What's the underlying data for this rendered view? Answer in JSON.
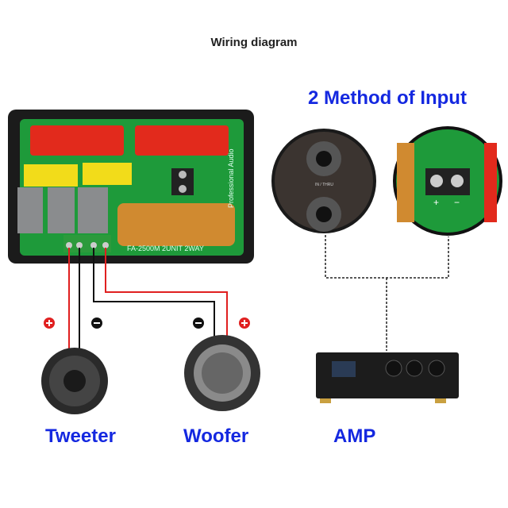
{
  "title": "Wiring diagram",
  "input_heading": "2 Method of Input",
  "board": {
    "model_text": "FA-2500M 2UNIT 2WAY",
    "brand_text": "Professional Audio"
  },
  "connector_label": "IN / THRU",
  "terminal_labels": {
    "plus": "+",
    "minus": "−"
  },
  "polarity": {
    "plus": "+",
    "minus": "−"
  },
  "labels": {
    "tweeter": "Tweeter",
    "woofer": "Woofer",
    "amp": "AMP"
  },
  "colors": {
    "label_blue": "#1428e0",
    "wire_red": "#e02020",
    "wire_black": "#111111",
    "pcb_green": "#1e9a3a"
  }
}
